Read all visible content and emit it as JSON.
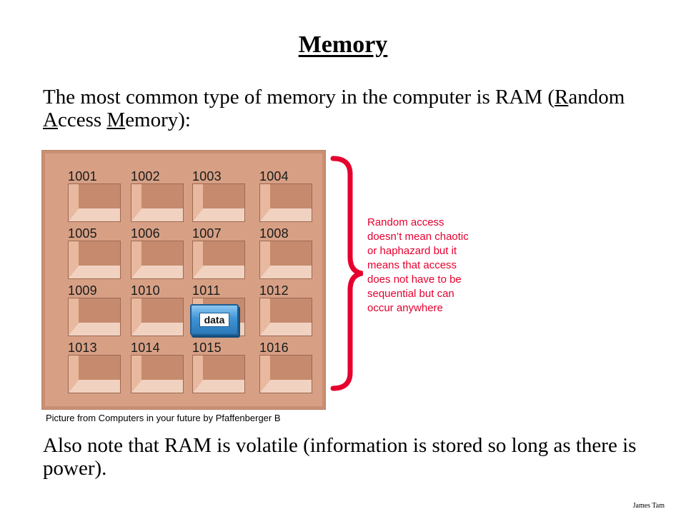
{
  "slide": {
    "title": "Memory",
    "intro": {
      "text_1": "The most common type of memory in the computer is RAM (",
      "letter_r": "R",
      "text_2": "andom ",
      "letter_a": "A",
      "text_3": "ccess ",
      "letter_m": "M",
      "text_4": "emory):"
    },
    "memory_cells": [
      "1001",
      "1002",
      "1003",
      "1004",
      "1005",
      "1006",
      "1007",
      "1008",
      "1009",
      "1010",
      "1011",
      "1012",
      "1013",
      "1014",
      "1015",
      "1016"
    ],
    "data_label": "data",
    "note": "Random access\ndoesn’t mean chaotic\nor haphazard but it\nmeans that access\ndoes not have to be\nsequential but can\noccur anywhere",
    "caption": "Picture from Computers in your future by Pfaffenberger B",
    "outro": "Also note that RAM is volatile (information is stored so long as there is power).",
    "footer": "James Tam"
  },
  "colors": {
    "note": "#e5002e",
    "brace": "#e5002e",
    "cabinet": "#d7a085",
    "data_block": "#3f95d5"
  },
  "icons": {
    "brace": "right-curly-brace",
    "data_block": "blue-data-box"
  }
}
